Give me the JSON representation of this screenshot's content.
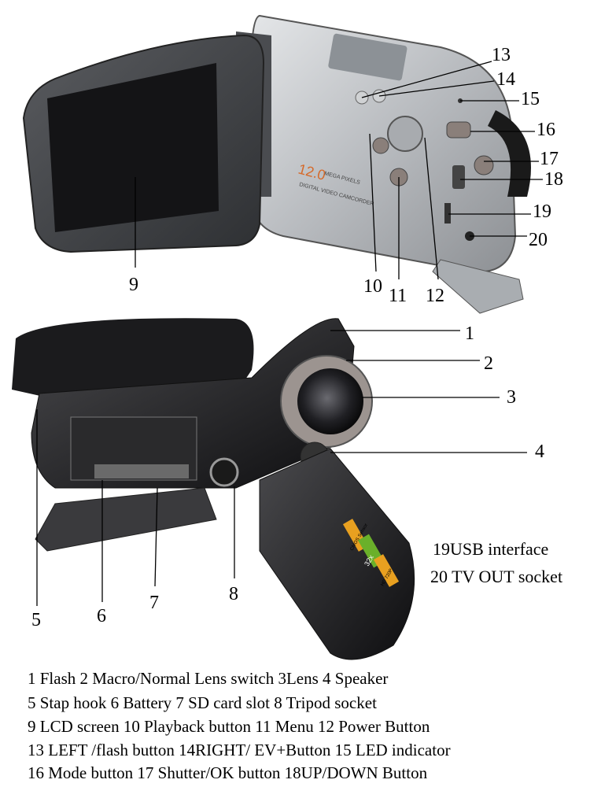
{
  "title": "Digital video camcorder parts diagram",
  "camera_printing": {
    "megapixels": "12.0",
    "mega_pixels_label": "MEGA PIXELS",
    "product_label": "DIGITAL VIDEO CAMCORDER",
    "sensor_badge": "CMOS Sensor",
    "zoom_badge": "32x",
    "hd_badge": "HD 720P"
  },
  "callouts": {
    "c1": "1",
    "c2": "2",
    "c3": "3",
    "c4": "4",
    "c5": "5",
    "c6": "6",
    "c7": "7",
    "c8": "8",
    "c9": "9",
    "c10": "10",
    "c11": "11",
    "c12": "12",
    "c13": "13",
    "c14": "14",
    "c15": "15",
    "c16": "16",
    "c17": "17",
    "c18": "18",
    "c19": "19",
    "c20": "20"
  },
  "side_legend": [
    "19USB interface",
    "20 TV OUT socket"
  ],
  "legend_lines": [
    "1 Flash  2 Macro/Normal Lens switch 3Lens  4 Speaker",
    "5 Stap hook  6 Battery  7 SD card slot  8 Tripod socket",
    "9 LCD screen  10 Playback button  11 Menu  12 Power Button",
    "13 LEFT /flash button 14RIGHT/ EV+Button 15 LED indicator",
    "16 Mode button 17 Shutter/OK button  18UP/DOWN Button"
  ],
  "colors": {
    "silver": "#b9bcc0",
    "dark_body": "#2a2a2c",
    "screen": "#1a1a1a",
    "leader": "#000000"
  }
}
